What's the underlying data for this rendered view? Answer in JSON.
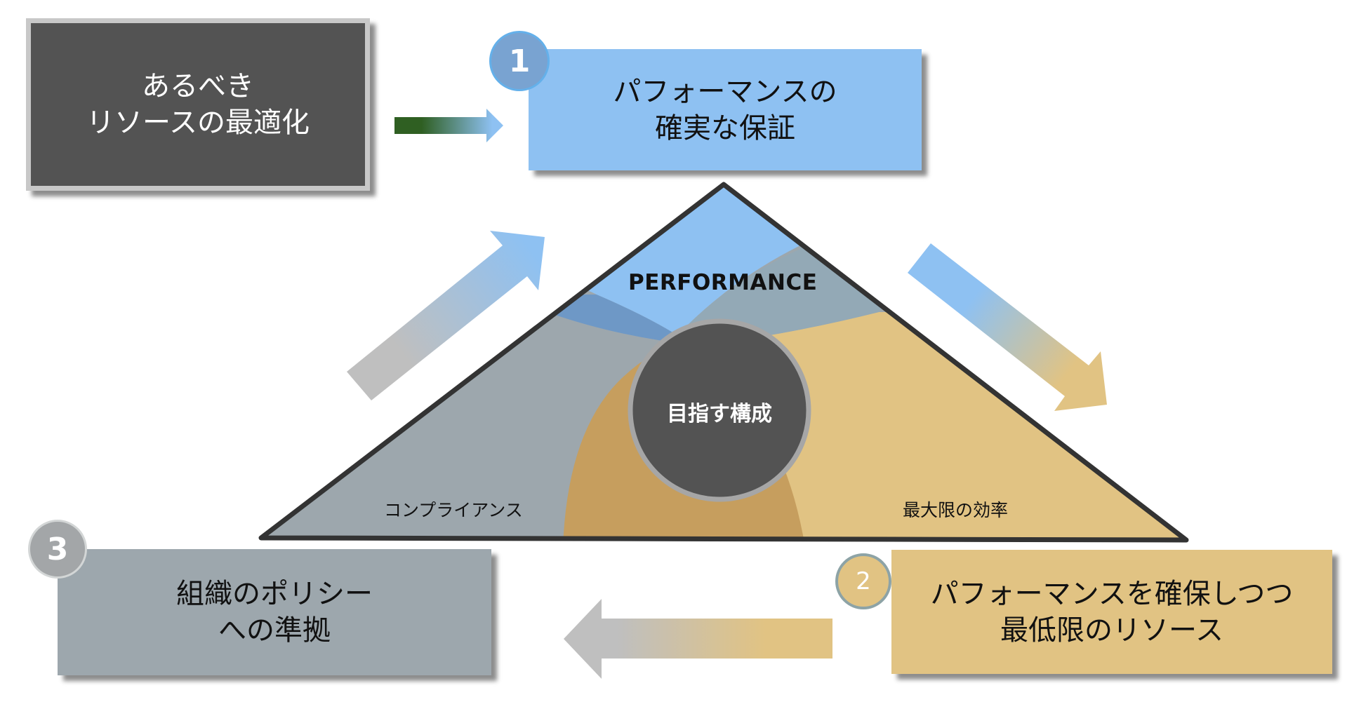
{
  "goal_box": {
    "text": "あるべき\nリソースの最適化"
  },
  "steps": [
    {
      "number": "1",
      "text": "パフォーマンスの\n確実な保証"
    },
    {
      "number": "2",
      "text": "パフォーマンスを確保しつつ\n最低限のリソース"
    },
    {
      "number": "3",
      "text": "組織のポリシー\nへの準拠"
    }
  ],
  "triangle": {
    "top_label": "PERFORMANCE",
    "left_label": "コンプライアンス",
    "right_label": "最大限の効率",
    "center_label": "目指す構成"
  },
  "colors": {
    "performance_blue": "#8ec1f2",
    "overlap_blue": "#6e98c6",
    "blue_gray": "#93a9b6",
    "compliance_gray": "#9da7ad",
    "efficiency_tan": "#e1c383",
    "overlap_tan": "#c69e5e",
    "center_dark": "#535353",
    "arrow_green": "#2f5f22"
  }
}
